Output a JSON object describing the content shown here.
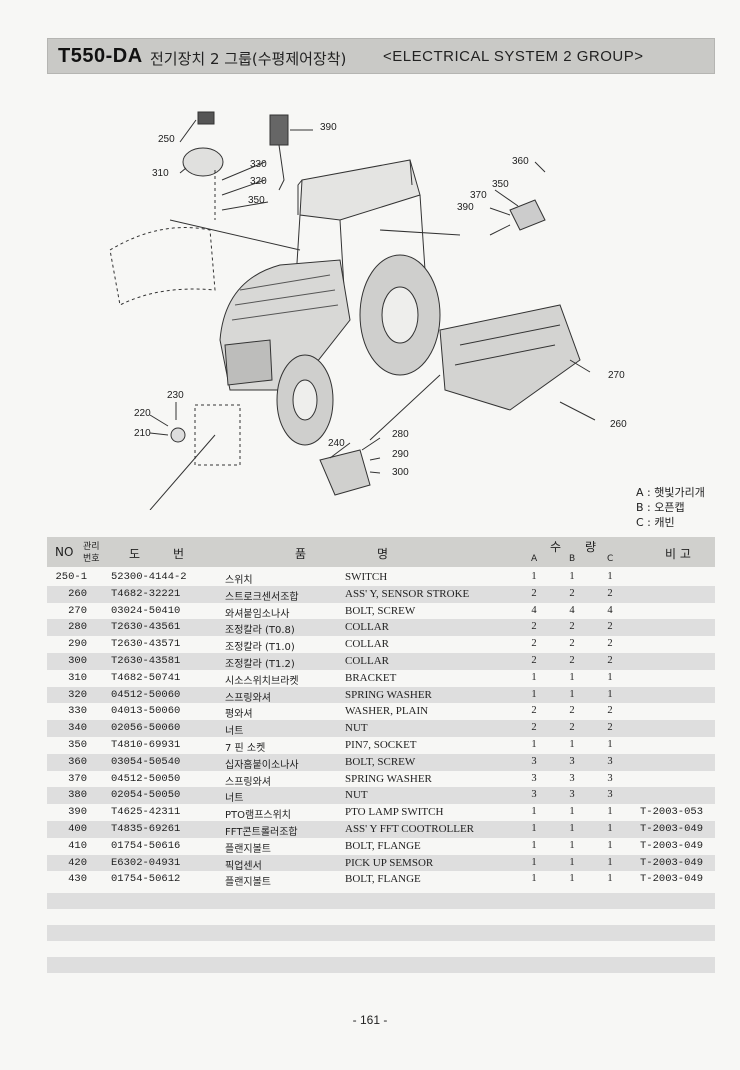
{
  "header": {
    "model": "T550-DA",
    "title_ko": "전기장치 2 그룹(수평제어장착)",
    "title_en": "<ELECTRICAL SYSTEM 2  GROUP>"
  },
  "diagram": {
    "callouts": [
      "250",
      "310",
      "330",
      "320",
      "350",
      "390",
      "360",
      "350",
      "370",
      "390",
      "270",
      "260",
      "230",
      "220",
      "210",
      "240",
      "280",
      "290",
      "300"
    ]
  },
  "legend": [
    "A : 햇빛가리개",
    "B : 오픈캡",
    "C : 캐빈"
  ],
  "table": {
    "headers": {
      "no": "NO",
      "mgmt": "관리",
      "mgmt2": "번호",
      "drawing": "도",
      "drawing2": "번",
      "name": "품",
      "name2": "명",
      "qty": "수",
      "qty2": "량",
      "a": "A",
      "b": "B",
      "c": "C",
      "remarks": "비 고"
    },
    "rows": [
      {
        "no": "250-1",
        "part": "52300-4144-2",
        "ko": "스위치",
        "en": "SWITCH",
        "a": "1",
        "b": "1",
        "c": "1",
        "rem": ""
      },
      {
        "no": "260",
        "part": "T4682-32221",
        "ko": "스트로크센서조합",
        "en": "ASS' Y, SENSOR STROKE",
        "a": "2",
        "b": "2",
        "c": "2",
        "rem": ""
      },
      {
        "no": "270",
        "part": "03024-50410",
        "ko": "와셔붙임소나사",
        "en": "BOLT, SCREW",
        "a": "4",
        "b": "4",
        "c": "4",
        "rem": ""
      },
      {
        "no": "280",
        "part": "T2630-43561",
        "ko": "조정칼라 (T0.8)",
        "en": "COLLAR",
        "a": "2",
        "b": "2",
        "c": "2",
        "rem": ""
      },
      {
        "no": "290",
        "part": "T2630-43571",
        "ko": "조정칼라 (T1.0)",
        "en": "COLLAR",
        "a": "2",
        "b": "2",
        "c": "2",
        "rem": ""
      },
      {
        "no": "300",
        "part": "T2630-43581",
        "ko": "조정칼라 (T1.2)",
        "en": "COLLAR",
        "a": "2",
        "b": "2",
        "c": "2",
        "rem": ""
      },
      {
        "no": "310",
        "part": "T4682-50741",
        "ko": "시소스위치브라켓",
        "en": "BRACKET",
        "a": "1",
        "b": "1",
        "c": "1",
        "rem": ""
      },
      {
        "no": "320",
        "part": "04512-50060",
        "ko": "스프링와셔",
        "en": "SPRING WASHER",
        "a": "1",
        "b": "1",
        "c": "1",
        "rem": ""
      },
      {
        "no": "330",
        "part": "04013-50060",
        "ko": "평와셔",
        "en": "WASHER, PLAIN",
        "a": "2",
        "b": "2",
        "c": "2",
        "rem": ""
      },
      {
        "no": "340",
        "part": "02056-50060",
        "ko": "너트",
        "en": "NUT",
        "a": "2",
        "b": "2",
        "c": "2",
        "rem": ""
      },
      {
        "no": "350",
        "part": "T4810-69931",
        "ko": "7 핀 소켓",
        "en": "PIN7, SOCKET",
        "a": "1",
        "b": "1",
        "c": "1",
        "rem": ""
      },
      {
        "no": "360",
        "part": "03054-50540",
        "ko": "십자홈붙이소나사",
        "en": "BOLT, SCREW",
        "a": "3",
        "b": "3",
        "c": "3",
        "rem": ""
      },
      {
        "no": "370",
        "part": "04512-50050",
        "ko": "스프링와셔",
        "en": "SPRING WASHER",
        "a": "3",
        "b": "3",
        "c": "3",
        "rem": ""
      },
      {
        "no": "380",
        "part": "02054-50050",
        "ko": "너트",
        "en": "NUT",
        "a": "3",
        "b": "3",
        "c": "3",
        "rem": ""
      },
      {
        "no": "390",
        "part": "T4625-42311",
        "ko": "PTO램프스위치",
        "en": "PTO LAMP SWITCH",
        "a": "1",
        "b": "1",
        "c": "1",
        "rem": "T-2003-053"
      },
      {
        "no": "400",
        "part": "T4835-69261",
        "ko": "FFT콘트롤러조합",
        "en": "ASS' Y FFT COOTROLLER",
        "a": "1",
        "b": "1",
        "c": "1",
        "rem": "T-2003-049"
      },
      {
        "no": "410",
        "part": "01754-50616",
        "ko": "플랜지볼트",
        "en": "BOLT, FLANGE",
        "a": "1",
        "b": "1",
        "c": "1",
        "rem": "T-2003-049"
      },
      {
        "no": "420",
        "part": "E6302-04931",
        "ko": "픽업센서",
        "en": "PICK UP SEMSOR",
        "a": "1",
        "b": "1",
        "c": "1",
        "rem": "T-2003-049"
      },
      {
        "no": "430",
        "part": "01754-50612",
        "ko": "플랜지볼트",
        "en": "BOLT, FLANGE",
        "a": "1",
        "b": "1",
        "c": "1",
        "rem": "T-2003-049"
      }
    ]
  },
  "footer": {
    "page": "- 161 -"
  }
}
